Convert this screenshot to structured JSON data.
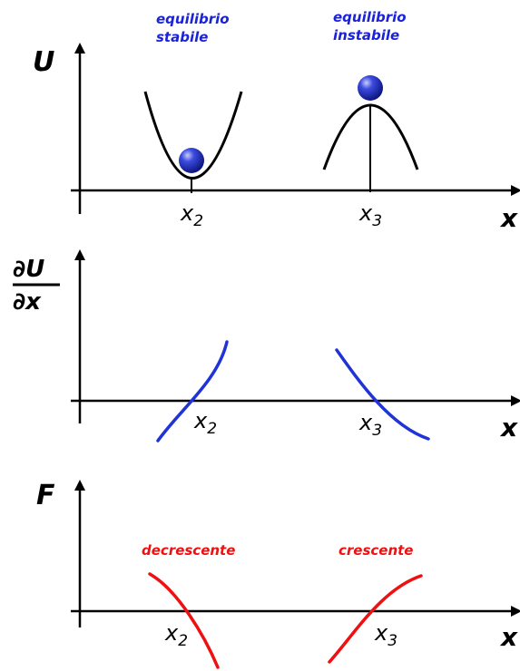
{
  "colors": {
    "axis": "#000000",
    "derivative_curve": "#1f33d6",
    "force_curve": "#ee1111",
    "ball": "#1c2bb8",
    "label_blue": "#1a23d8",
    "label_red": "#ee1111"
  },
  "panel_potential": {
    "y_label": "U",
    "x_label": "x",
    "stable_label_line1": "equilibrio",
    "stable_label_line2": "stabile",
    "unstable_label_line1": "equilibrio",
    "unstable_label_line2": "instabile",
    "tick_left_base": "x",
    "tick_left_sub": "2",
    "tick_right_base": "x",
    "tick_right_sub": "3"
  },
  "panel_derivative": {
    "y_label_num": "∂U",
    "y_label_den": "∂x",
    "x_label": "x",
    "tick_left_base": "x",
    "tick_left_sub": "2",
    "tick_right_base": "x",
    "tick_right_sub": "3"
  },
  "panel_force": {
    "y_label": "F",
    "x_label": "x",
    "left_trend_label": "decrescente",
    "right_trend_label": "crescente",
    "tick_left_base": "x",
    "tick_left_sub": "2",
    "tick_right_base": "x",
    "tick_right_sub": "3"
  }
}
